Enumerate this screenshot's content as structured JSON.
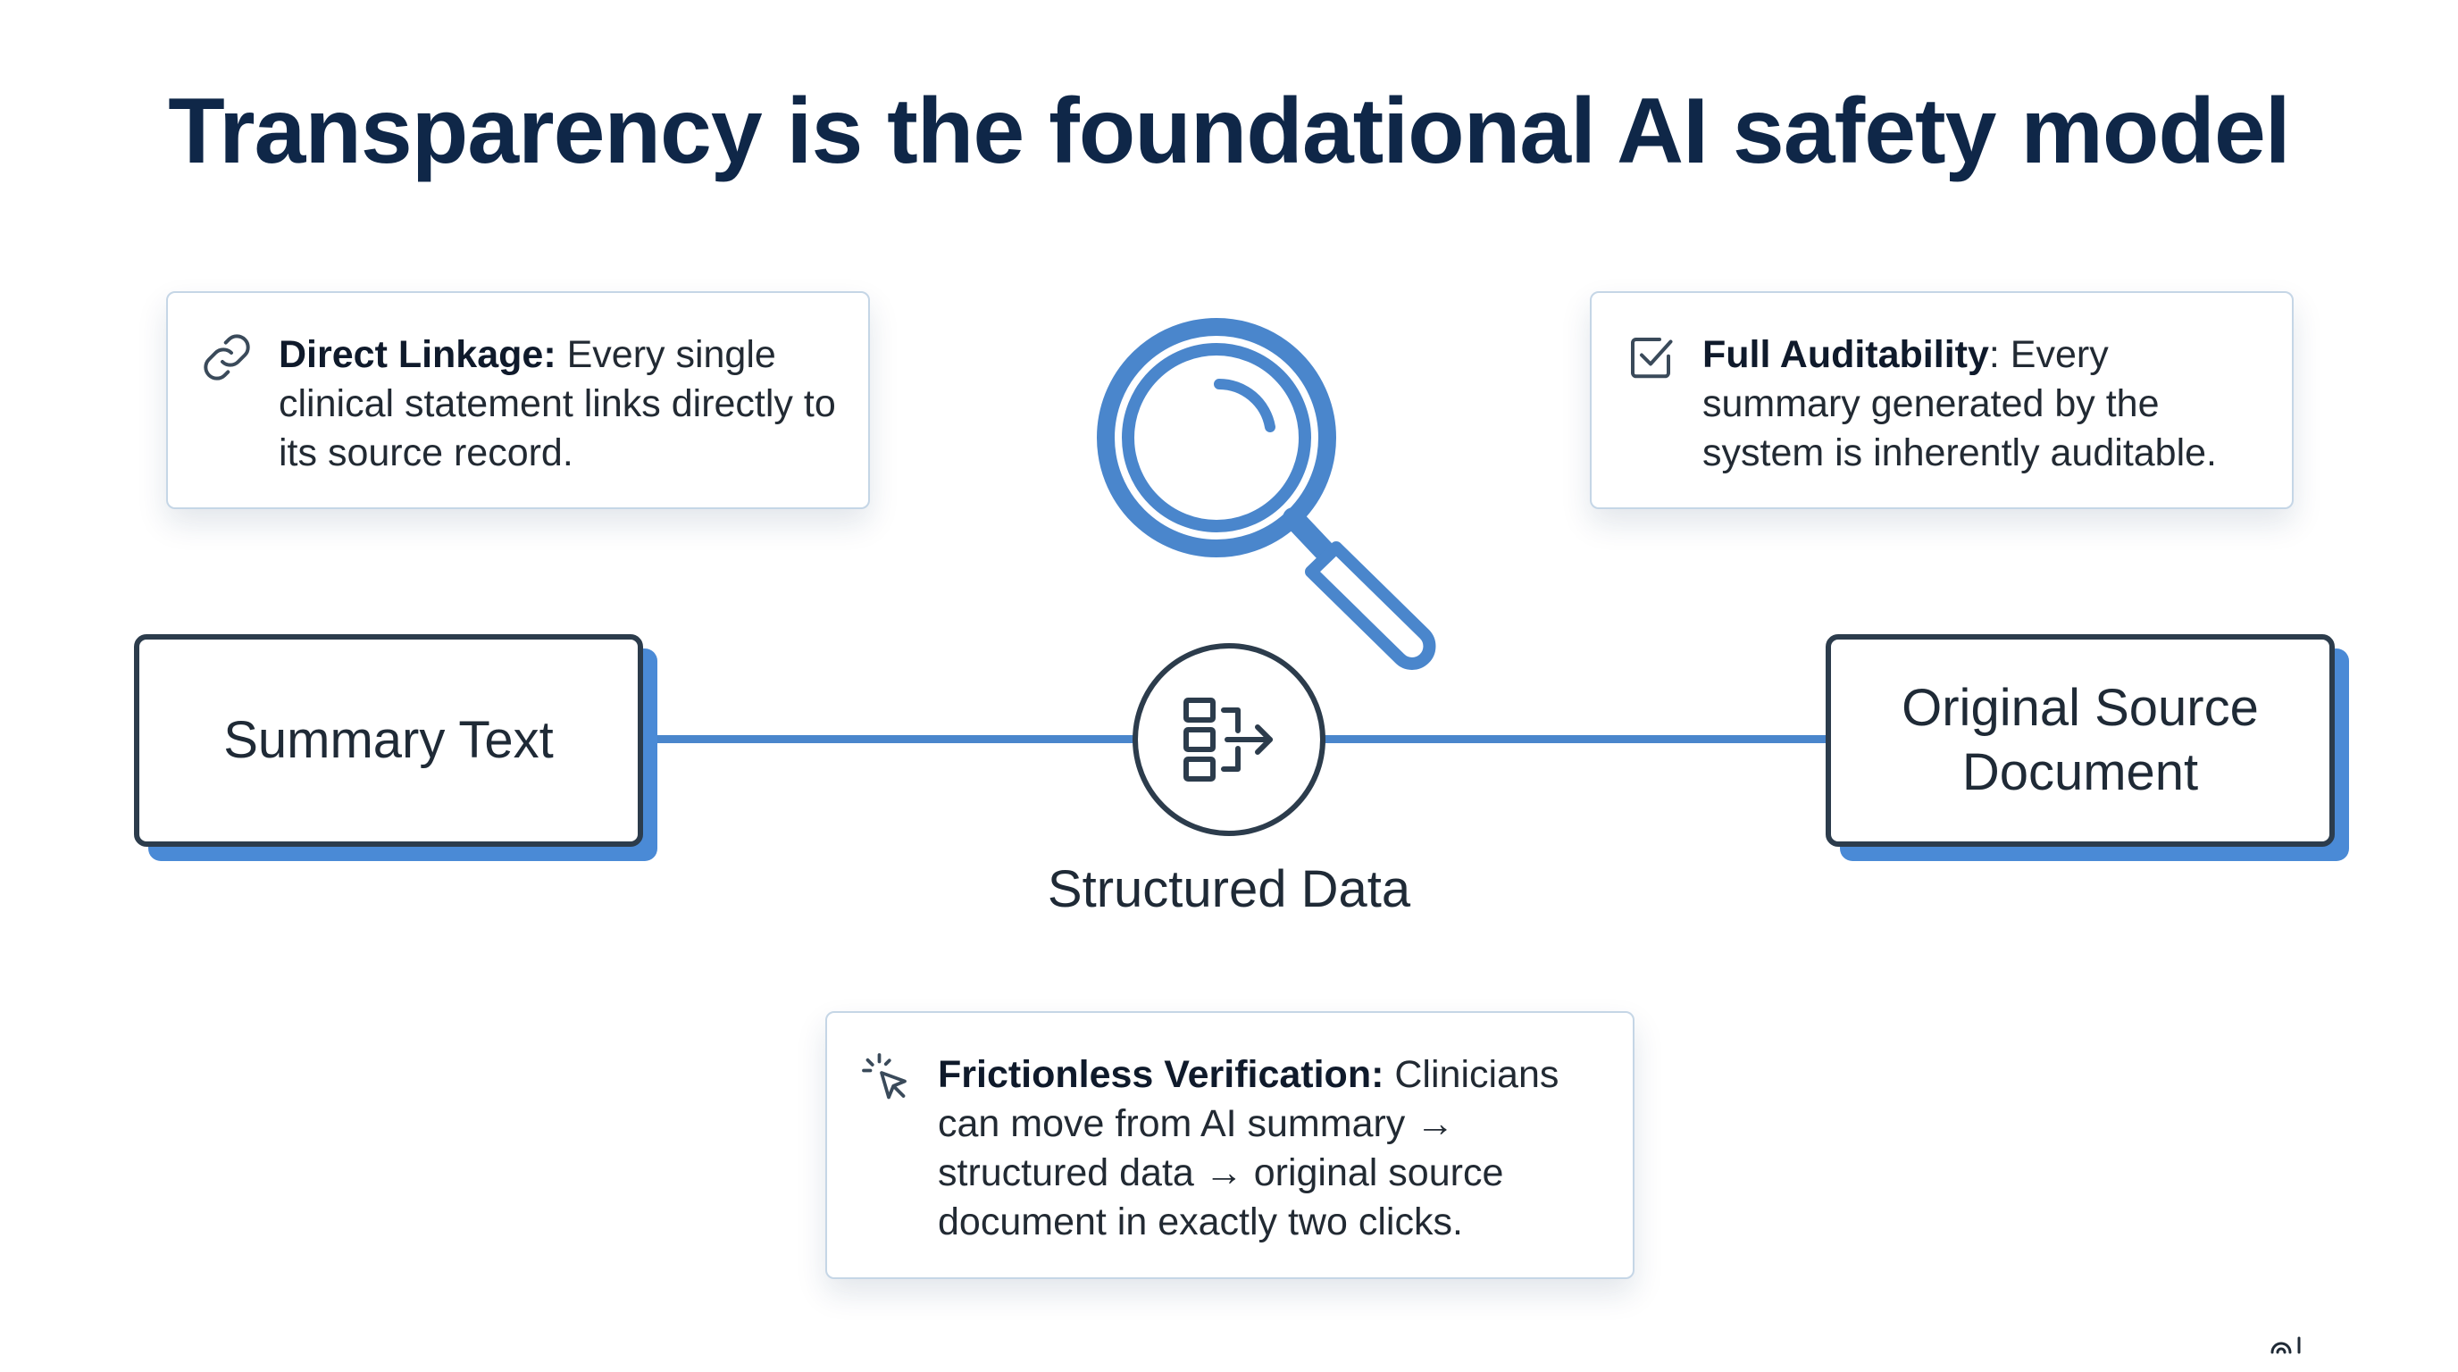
{
  "title": "Transparency is the foundational AI safety model",
  "cards": {
    "linkage": {
      "bold": "Direct Linkage:",
      "text": "Every single clinical statement links directly to its source record."
    },
    "audit": {
      "bold": "Full Auditability",
      "sep": ":",
      "text": "Every summary generated by the system is inherently auditable."
    },
    "verify": {
      "bold": "Frictionless Verification:",
      "text": "Clinicians can move from AI summary → structured data → original source document in exactly two clicks."
    }
  },
  "flow": {
    "left_box": "Summary Text",
    "center_label": "Structured Data",
    "right_box": "Original Source Document"
  },
  "icons": {
    "linkage": "link-icon",
    "audit": "checkbox-icon",
    "verify": "cursor-click-icon",
    "center": "structured-data-icon",
    "top": "magnifying-glass-icon"
  },
  "colors": {
    "title": "#0f2748",
    "accent_blue": "#4a86cc",
    "box_border": "#2c3c4c",
    "card_border": "#c5d6e6"
  }
}
